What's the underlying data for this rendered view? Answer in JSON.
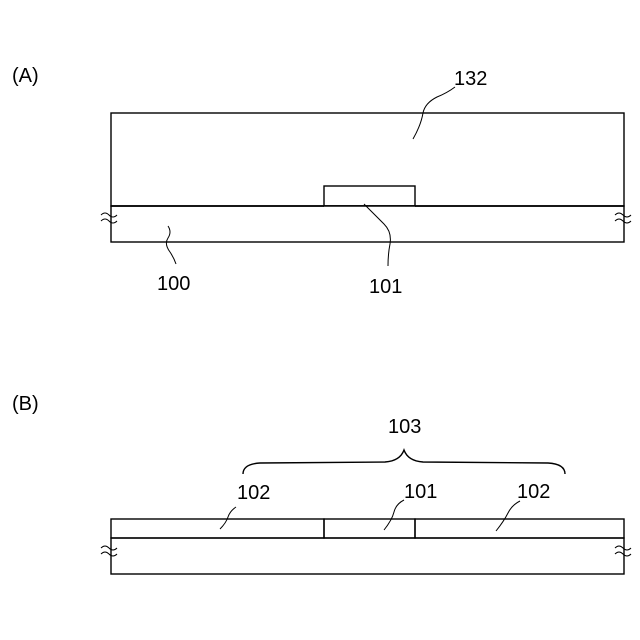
{
  "panels": [
    {
      "label": "(A)",
      "callouts": {
        "layer_132": "132",
        "substrate_100": "100",
        "electrode_101": "101"
      }
    },
    {
      "label": "(B)",
      "callouts": {
        "group_103": "103",
        "left_102": "102",
        "electrode_101": "101",
        "right_102": "102"
      }
    }
  ]
}
